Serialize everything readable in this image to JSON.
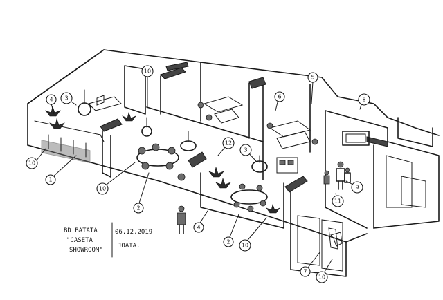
{
  "callouts": [
    {
      "id": "c3-left",
      "label": "3"
    },
    {
      "id": "c4-left",
      "label": "4"
    },
    {
      "id": "c10-left",
      "label": "10"
    },
    {
      "id": "c1",
      "label": "1"
    },
    {
      "id": "c10-mid-left",
      "label": "10"
    },
    {
      "id": "c10-top",
      "label": "10"
    },
    {
      "id": "c2-left",
      "label": "2"
    },
    {
      "id": "c12",
      "label": "12"
    },
    {
      "id": "c3-mid",
      "label": "3"
    },
    {
      "id": "c5",
      "label": "5"
    },
    {
      "id": "c6",
      "label": "6"
    },
    {
      "id": "c8",
      "label": "8"
    },
    {
      "id": "c9",
      "label": "9"
    },
    {
      "id": "c11",
      "label": "11"
    },
    {
      "id": "c4-mid",
      "label": "4"
    },
    {
      "id": "c2-mid",
      "label": "2"
    },
    {
      "id": "c10-mid",
      "label": "10"
    },
    {
      "id": "c7",
      "label": "7"
    },
    {
      "id": "c10-bottom",
      "label": "10"
    }
  ],
  "annotation": {
    "line1": "BD BATATA",
    "line2": "\"CASETA",
    "line3": "SHOWROOM\"",
    "date": "06.12.2019",
    "author": "JOATA."
  }
}
